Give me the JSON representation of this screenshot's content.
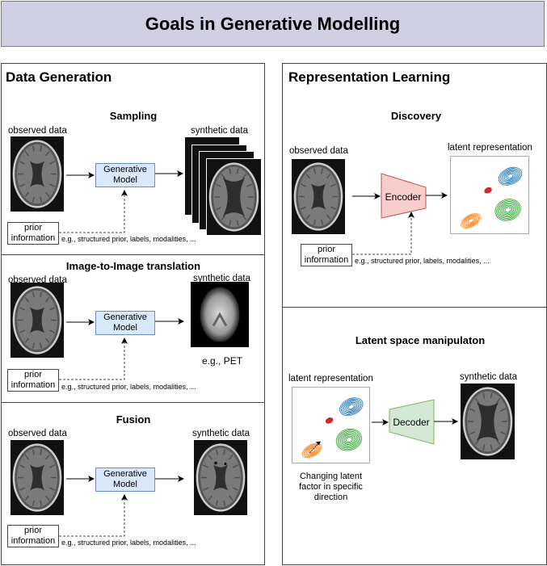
{
  "title": "Goals in Generative Modelling",
  "data_generation": {
    "title": "Data Generation",
    "sampling": {
      "title": "Sampling",
      "input_label": "observed data",
      "model_label_line1": "Generative",
      "model_label_line2": "Model",
      "output_label": "synthetic data",
      "prior_line1": "prior",
      "prior_line2": "information",
      "prior_note": "e.g., structured prior, labels, modalities, ..."
    },
    "translation": {
      "title": "Image-to-Image translation",
      "input_label": "observed data",
      "model_label_line1": "Generative",
      "model_label_line2": "Model",
      "output_label": "synthetic data",
      "output_caption": "e.g., PET",
      "prior_line1": "prior",
      "prior_line2": "information",
      "prior_note": "e.g., structured prior, labels, modalities, ..."
    },
    "fusion": {
      "title": "Fusion",
      "input_label": "observed data",
      "model_label_line1": "Generative",
      "model_label_line2": "Model",
      "output_label": "synthetic data",
      "prior_line1": "prior",
      "prior_line2": "information",
      "prior_note": "e.g., structured prior, labels, modalities, ..."
    }
  },
  "representation_learning": {
    "title": "Representation Learning",
    "discovery": {
      "title": "Discovery",
      "input_label": "observed data",
      "encoder_label": "Encoder",
      "output_label": "latent representation",
      "prior_line1": "prior",
      "prior_line2": "information",
      "prior_note": "e.g., structured prior, labels, modalities, ..."
    },
    "manipulation": {
      "title": "Latent space manipulaton",
      "input_label": "latent representation",
      "decoder_label": "Decoder",
      "output_label": "synthetic data",
      "caption_line1": "Changing latent",
      "caption_line2": "factor in specific",
      "caption_line3": "direction"
    }
  },
  "colors": {
    "title_bg": "#d1cfe3",
    "model_fill": "#dae8fc",
    "model_stroke": "#6c8ebf",
    "encoder_fill": "#f8cecc",
    "encoder_stroke": "#b85450",
    "decoder_fill": "#d5e8d4",
    "decoder_stroke": "#82b366",
    "cluster_blue": "#1f77b4",
    "cluster_orange": "#ff7f0e",
    "cluster_green": "#2ca02c",
    "cluster_red": "#d62728"
  }
}
